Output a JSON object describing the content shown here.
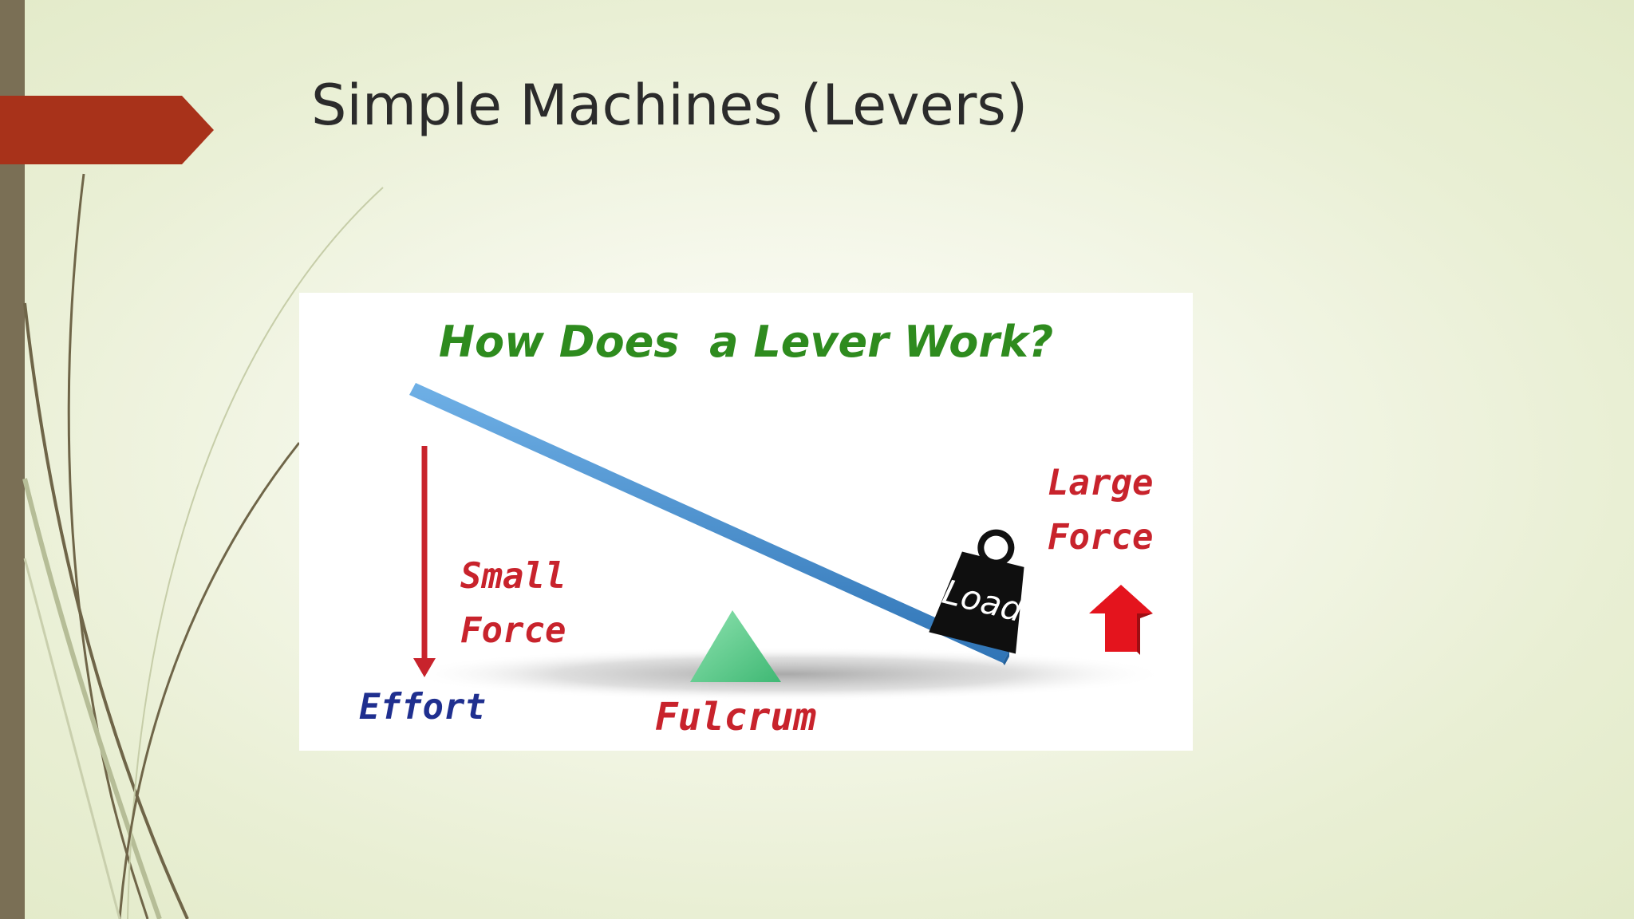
{
  "slide": {
    "title": "Simple Machines (Levers)"
  },
  "figure": {
    "heading": "How Does  a Lever Work?",
    "effort_arrow_top_label": "Small",
    "effort_arrow_bottom_label": "Force",
    "effort_label": "Effort",
    "load_label": "Load",
    "load_force_top_label": "Large",
    "load_force_bottom_label": "Force",
    "fulcrum_label": "Fulcrum"
  },
  "colors": {
    "accent": "#a8321a",
    "sidebar": "#7a6f55",
    "heading_green": "#2e8b1e",
    "force_red": "#c8232c",
    "effort_blue": "#1f2f8f",
    "lever_blue": "#3d86c6",
    "fulcrum_green": "#5fc98a"
  }
}
